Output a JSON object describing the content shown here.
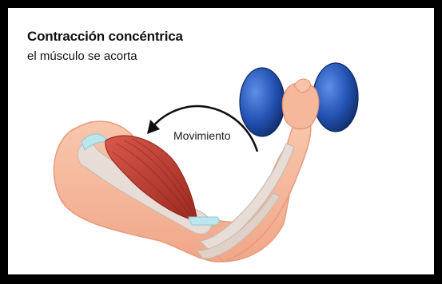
{
  "diagram": {
    "title": "Contracción concéntrica",
    "subtitle": "el músculo se acorta",
    "movement_label": "Movimiento"
  },
  "colors": {
    "skin": "#f6b89a",
    "skin_shadow": "#e79a7c",
    "bone": "#e8ddd6",
    "muscle": "#c0392b",
    "tendon": "#bde6ec",
    "dumbbell": "#2454b5",
    "arrow": "#111111"
  }
}
